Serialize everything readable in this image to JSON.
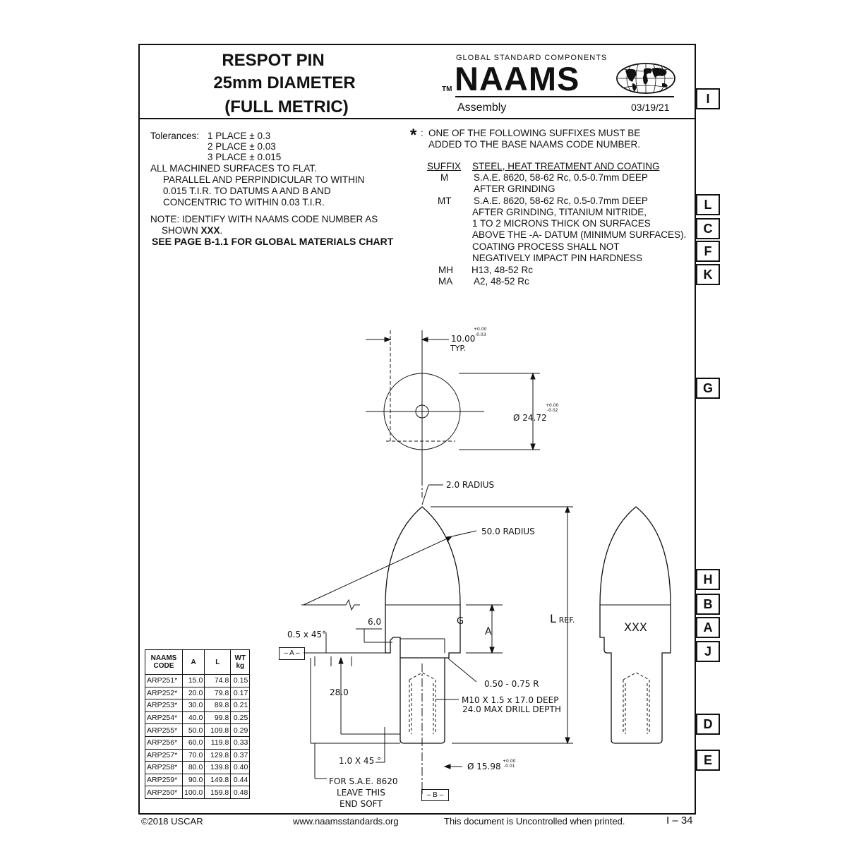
{
  "title": {
    "line1": "RESPOT PIN",
    "line2": "25mm DIAMETER",
    "line3": "(FULL METRIC)"
  },
  "brand": {
    "tagline": "GLOBAL STANDARD COMPONENTS",
    "tm": "TM",
    "name": "NAAMS",
    "category": "Assembly",
    "date": "03/19/21"
  },
  "notes_left": {
    "tolerances_label": "Tolerances:",
    "tol1": "1 PLACE ± 0.3",
    "tol2": "2 PLACE ± 0.03",
    "tol3": "3 PLACE ± 0.015",
    "machined1": "ALL MACHINED SURFACES TO FLAT.",
    "machined2": "PARALLEL AND PERPINDICULAR TO WITHIN",
    "machined3": "0.015 T.I.R. TO DATUMS A AND B AND",
    "machined4": "CONCENTRIC TO WITHIN 0.03 T.I.R.",
    "note1": "NOTE: IDENTIFY WITH NAAMS CODE NUMBER AS",
    "note2_prefix": "SHOWN ",
    "note2_bold": "XXX",
    "note2_suffix": ".",
    "see_page": "SEE PAGE B-1.1 FOR GLOBAL MATERIALS CHART"
  },
  "notes_right": {
    "asterisk": "*",
    "colon": ":",
    "intro1": "ONE OF THE FOLLOWING SUFFIXES MUST BE",
    "intro2": "ADDED TO THE BASE NAAMS CODE NUMBER.",
    "hdr_suffix": "SUFFIX",
    "hdr_desc": "STEEL, HEAT TREATMENT AND COATING",
    "rows": [
      {
        "code": "M",
        "lines": [
          "S.A.E. 8620, 58-62 Rc, 0.5-0.7mm DEEP",
          "AFTER GRINDING"
        ]
      },
      {
        "code": "MT",
        "lines": [
          "S.A.E. 8620, 58-62 Rc, 0.5-0.7mm DEEP",
          "AFTER GRINDING, TITANIUM NITRIDE,",
          "1 TO 2 MICRONS THICK ON SURFACES",
          "ABOVE THE -A- DATUM (MINIMUM SURFACES).",
          "COATING PROCESS SHALL NOT",
          "NEGATIVELY IMPACT PIN HARDNESS"
        ]
      },
      {
        "code": "MH",
        "lines": [
          "H13, 48-52 Rc"
        ]
      },
      {
        "code": "MA",
        "lines": [
          "A2, 48-52 Rc"
        ]
      }
    ]
  },
  "tabs": [
    "I",
    "L",
    "C",
    "F",
    "K",
    "G",
    "H",
    "B",
    "A",
    "J",
    "D",
    "E"
  ],
  "dimensions": {
    "d10": "10.00",
    "d10_tol_plus": "+0.00",
    "d10_tol_minus": "-0.03",
    "typ": "TYP.",
    "dia2472": "Ø 24.72",
    "dia2472_tol_plus": "+0.00",
    "dia2472_tol_minus": "-0.02",
    "r20": "2.0 RADIUS",
    "r50": "50.0 RADIUS",
    "d60": "6.0",
    "g": "G",
    "a": "A",
    "lref": "L",
    "lref_suffix": "REF.",
    "chamfer05": "0.5 x 45°",
    "datum_a": "– A –",
    "d280": "28.0",
    "r050": "0.50 - 0.75 R",
    "thread1": "M10 X 1.5 x 17.0 DEEP",
    "thread2": "24.0 MAX DRILL DEPTH",
    "chamfer10": "1.0 X 45 °",
    "dia1598": "Ø 15.98",
    "dia1598_tol_plus": "+0.00",
    "dia1598_tol_minus": "-0.01",
    "soft1": "FOR S.A.E. 8620",
    "soft2": "LEAVE THIS",
    "soft3": "END SOFT",
    "datum_b": "– B –",
    "xxx": "XXX"
  },
  "code_table": {
    "headers": [
      "NAAMS CODE",
      "A",
      "L",
      "WT kg"
    ],
    "rows": [
      [
        "ARP251*",
        "15.0",
        "74.8",
        "0.15"
      ],
      [
        "ARP252*",
        "20.0",
        "79.8",
        "0.17"
      ],
      [
        "ARP253*",
        "30.0",
        "89.8",
        "0.21"
      ],
      [
        "ARP254*",
        "40.0",
        "99.8",
        "0.25"
      ],
      [
        "ARP255*",
        "50.0",
        "109.8",
        "0.29"
      ],
      [
        "ARP256*",
        "60.0",
        "119.8",
        "0.33"
      ],
      [
        "ARP257*",
        "70.0",
        "129.8",
        "0.37"
      ],
      [
        "ARP258*",
        "80.0",
        "139.8",
        "0.40"
      ],
      [
        "ARP259*",
        "90.0",
        "149.8",
        "0.44"
      ],
      [
        "ARP250*",
        "100.0",
        "159.8",
        "0.48"
      ]
    ]
  },
  "footer": {
    "copyright": "©2018 USCAR",
    "website": "www.naamsstandards.org",
    "uncontrolled": "This document is Uncontrolled when printed.",
    "page": "I – 34"
  }
}
